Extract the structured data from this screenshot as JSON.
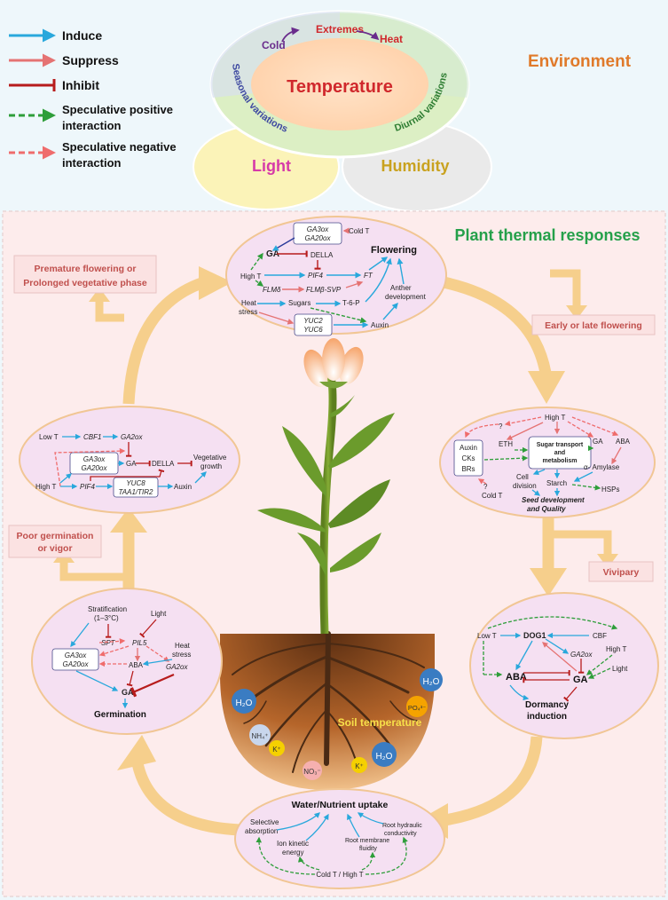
{
  "legend": {
    "induce": "Induce",
    "suppress": "Suppress",
    "inhibit": "Inhibit",
    "spec_pos_1": "Speculative positive",
    "spec_pos_2": "interaction",
    "spec_neg_1": "Speculative negative",
    "spec_neg_2": "interaction"
  },
  "environment": {
    "title": "Environment",
    "temperature": "Temperature",
    "extremes": "Extremes",
    "cold": "Cold",
    "heat": "Heat",
    "seasonal": "Seasonal variations",
    "diurnal": "Diurnal variations",
    "light": "Light",
    "humidity": "Humidity"
  },
  "panel": {
    "title": "Plant thermal responses"
  },
  "outcomes": {
    "premature_1": "Premature flowering or",
    "premature_2": "Prolonged vegetative phase",
    "early_late": "Early or late flowering",
    "poor_1": "Poor germination",
    "poor_2": "or vigor",
    "vivipary": "Vivipary"
  },
  "flowering": {
    "ga3ox": "GA3ox",
    "ga20ox": "GA20ox",
    "cold_t": "Cold T",
    "ga": "GA",
    "della": "DELLA",
    "flowering": "Flowering",
    "high_t": "High T",
    "pif4": "PIF4",
    "ft": "FT",
    "flm": "FLMδ",
    "flm_svp": "FLMβ-SVP",
    "heat_1": "Heat",
    "heat_2": "stress",
    "sugars": "Sugars",
    "t6p": "T-6-P",
    "anther_1": "Anther",
    "anther_2": "development",
    "yuc2": "YUC2",
    "yuc6": "YUC6",
    "auxin": "Auxin"
  },
  "seed": {
    "high_t": "High T",
    "q": "?",
    "eth": "ETH",
    "sugar_1": "Sugar transport",
    "sugar_2": "and",
    "sugar_3": "metabolism",
    "ga": "GA",
    "aba": "ABA",
    "auxin": "Auxin",
    "cks": "CKs",
    "brs": "BRs",
    "amylase": "α- Amylase",
    "cell_1": "Cell",
    "cell_2": "division",
    "starch": "Starch",
    "hsps": "HSPs",
    "q2": "?",
    "cold_t": "Cold T",
    "seed_1": "Seed development",
    "seed_2": "and Quality"
  },
  "vegetative": {
    "low_t": "Low T",
    "cbf1": "CBF1",
    "ga2ox": "GA2ox",
    "ga3ox": "GA3ox",
    "ga20ox": "GA20ox",
    "ga": "GA",
    "della": "DELLA",
    "veg_1": "Vegetative",
    "veg_2": "growth",
    "high_t": "High T",
    "pif4": "PIF4",
    "yuc8": "YUC8",
    "taa1": "TAA1/TIR2",
    "auxin": "Auxin"
  },
  "germination": {
    "strat_1": "Stratification",
    "strat_2": "(1–3°C)",
    "light": "Light",
    "spt": "SPT",
    "pil5": "PIL5",
    "heat_1": "Heat",
    "heat_2": "stress",
    "ga3ox": "GA3ox",
    "ga20ox": "GA20ox",
    "aba": "ABA",
    "ga2ox": "GA2ox",
    "ga": "GA",
    "germination": "Germination"
  },
  "dormancy": {
    "low_t": "Low T",
    "dog1": "DOG1",
    "cbf": "CBF",
    "ga2ox": "GA2ox",
    "high_t": "High T",
    "light": "Light",
    "aba": "ABA",
    "ga": "GA",
    "dorm_1": "Dormancy",
    "dorm_2": "induction"
  },
  "uptake": {
    "title": "Water/Nutrient uptake",
    "selective_1": "Selective",
    "selective_2": "absorption",
    "ion_1": "Ion kinetic",
    "ion_2": "energy",
    "membranes_1": "Root membrane",
    "membranes_2": "fluidity",
    "hydraulic_1": "Root hydraulic",
    "hydraulic_2": "conductivity",
    "cold_high": "Cold T / High T"
  },
  "soil": {
    "label": "Soil temperature",
    "h2o": "H₂O",
    "nh4": "NH₄⁺",
    "k": "K⁺",
    "no3": "NO₃⁻",
    "po4": "PO₄³⁻"
  },
  "colors": {
    "induce": "#29a8dc",
    "suppress": "#e57373",
    "inhibit": "#b71c1c",
    "spec_pos": "#2e9e3a",
    "spec_neg": "#ef6c6c",
    "env_title": "#e07a2a",
    "temperature": "#d0282c",
    "panel_title": "#25a04a",
    "outcome": "#c0504d",
    "cycle_arrow": "#f6cf8c"
  }
}
